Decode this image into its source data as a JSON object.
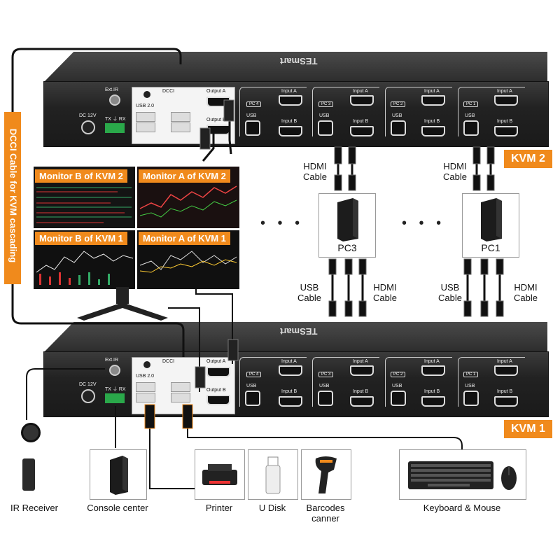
{
  "kvm2": {
    "tag": "KVM 2",
    "brand": "TESmart",
    "ports": {
      "ext_ir": "Ext.IR",
      "dcci": "DCCI",
      "output_a": "Output A",
      "output_b": "Output B",
      "usb20": "USB 2.0",
      "dc12v": "DC 12V",
      "txrx": "TX ⏚ RX"
    },
    "pcs": [
      "PC 4",
      "PC 3",
      "PC 2",
      "PC 1"
    ],
    "input_a": "Input A",
    "input_b": "Input B",
    "usb": "USB"
  },
  "kvm1": {
    "tag": "KVM 1",
    "brand": "TESmart",
    "ports": {
      "ext_ir": "Ext.IR",
      "dcci": "DCCI",
      "output_a": "Output A",
      "output_b": "Output B",
      "usb20": "USB 2.0",
      "dc12v": "DC 12V",
      "txrx": "TX ⏚ RX"
    },
    "pcs": [
      "PC 4",
      "PC 3",
      "PC 2",
      "PC 1"
    ],
    "input_a": "Input A",
    "input_b": "Input B",
    "usb": "USB"
  },
  "side_label": "DCCI Cable for KVM cascading",
  "monitors": {
    "b_kvm2": "Monitor B of KVM 2",
    "a_kvm2": "Monitor A of KVM 2",
    "b_kvm1": "Monitor B of KVM 1",
    "a_kvm1": "Monitor A of KVM 1"
  },
  "cable_labels": {
    "hdmi_1": "HDMI\nCable",
    "hdmi_2": "HDMI\nCable",
    "usb_1": "USB\nCable",
    "hdmi_3": "HDMI\nCable",
    "usb_2": "USB\nCable",
    "hdmi_4": "HDMI\nCable"
  },
  "pcs": {
    "pc3": "PC3",
    "pc1": "PC1"
  },
  "dots": "• • •",
  "devices": {
    "ir_receiver": "IR Receiver",
    "console_center": "Console center",
    "printer": "Printer",
    "u_disk": "U Disk",
    "barcode_scanner": "Barcodes\ncanner",
    "keyboard_mouse": "Keyboard & Mouse"
  },
  "colors": {
    "accent": "#f08a1c",
    "device": "#2a2a2a",
    "cable": "#111111"
  }
}
